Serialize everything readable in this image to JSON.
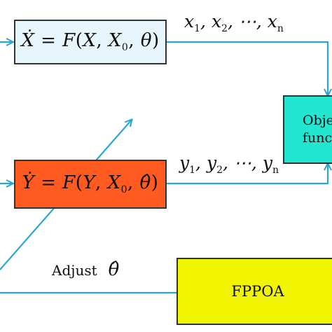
{
  "diagram": {
    "model_box": {
      "equation": "Ẋ = F(X, X₀, θ)",
      "lhs": "Ẋ",
      "eq_sign": "=",
      "func": "F",
      "open_paren": "(",
      "arg1": "X",
      "arg2_base": "X",
      "arg2_sub": "0",
      "arg3": "θ",
      "close_paren": ")",
      "color": "#e7f6fc"
    },
    "estimate_box": {
      "equation": "Ẏ = F(Y, X₀, θ̂)",
      "lhs": "Ẏ",
      "eq_sign": "=",
      "func": "F",
      "open_paren": "(",
      "arg1": "Y",
      "arg2_base": "X",
      "arg2_sub": "0",
      "arg3": "θ̂",
      "close_paren": ")",
      "color": "#ff5a1f"
    },
    "objective_box": {
      "line1": "Obje",
      "line2": "func",
      "color": "#22e6cf"
    },
    "optimizer_box": {
      "label": "FPPOA",
      "color": "#f1f500"
    },
    "x_sequence": {
      "text": "x₁, x₂, ⋯, xₙ",
      "v1": "x",
      "s1": "1",
      "v2": "x",
      "s2": "2",
      "dots": "⋯",
      "vn": "x",
      "sn": "n",
      "sep": ", "
    },
    "y_sequence": {
      "text": "y₁, y₂, ⋯, yₙ",
      "v1": "y",
      "s1": "1",
      "v2": "y",
      "s2": "2",
      "dots": "⋯",
      "vn": "y",
      "sn": "n",
      "sep": ", "
    },
    "adjust_label": {
      "word": "Adjust",
      "symbol": "θ̂"
    },
    "line_color": "#2aa6d6"
  }
}
